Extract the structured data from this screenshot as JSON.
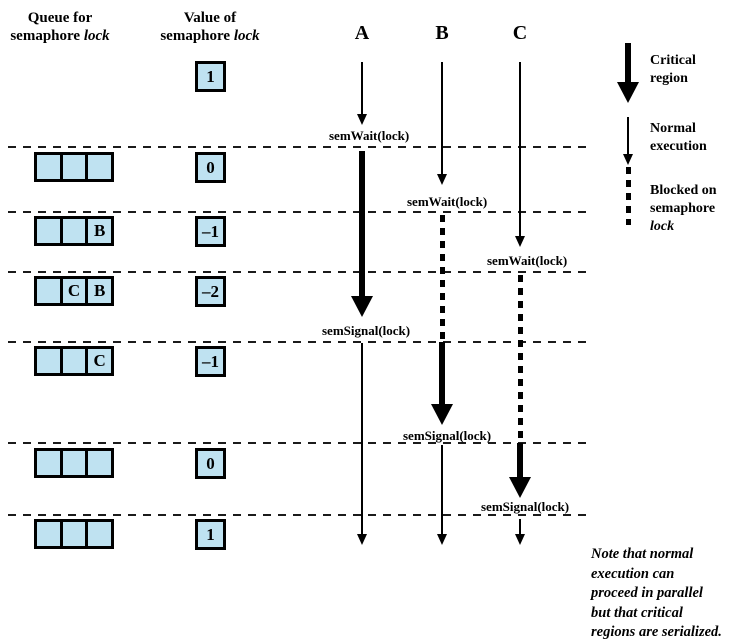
{
  "headers": {
    "queue": {
      "line1": "Queue for",
      "line2_prefix": "semaphore",
      "lock": "lock"
    },
    "value": {
      "line1": "Value of",
      "line2_prefix": "semaphore",
      "lock": "lock"
    }
  },
  "processes": [
    {
      "name": "A"
    },
    {
      "name": "B"
    },
    {
      "name": "C"
    }
  ],
  "initial_value": "1",
  "rows": [
    {
      "queue": [
        "",
        "",
        ""
      ],
      "value": "0"
    },
    {
      "queue": [
        "",
        "",
        "B"
      ],
      "value": "–1"
    },
    {
      "queue": [
        "",
        "C",
        "B"
      ],
      "value": "–2"
    },
    {
      "queue": [
        "",
        "",
        "C"
      ],
      "value": "–1"
    },
    {
      "queue": [
        "",
        "",
        ""
      ],
      "value": "0"
    },
    {
      "queue": [
        "",
        "",
        ""
      ],
      "value": "1"
    }
  ],
  "events": {
    "a_wait": "semWait(lock)",
    "b_wait": "semWait(lock)",
    "c_wait": "semWait(lock)",
    "a_signal": "semSignal(lock)",
    "b_signal": "semSignal(lock)",
    "c_signal": "semSignal(lock)"
  },
  "legend": [
    {
      "type": "critical",
      "label_lines": [
        "Critical",
        "region"
      ]
    },
    {
      "type": "normal",
      "label_lines": [
        "Normal",
        "execution"
      ]
    },
    {
      "type": "blocked",
      "label_lines": [
        "Blocked on",
        "semaphore"
      ],
      "lock": "lock"
    }
  ],
  "note_lines": [
    "Note that normal",
    "execution can",
    "proceed in parallel",
    "but that critical",
    "regions are serialized."
  ],
  "colors": {
    "queue_fill": "#bfe2f1",
    "line": "#000000"
  }
}
